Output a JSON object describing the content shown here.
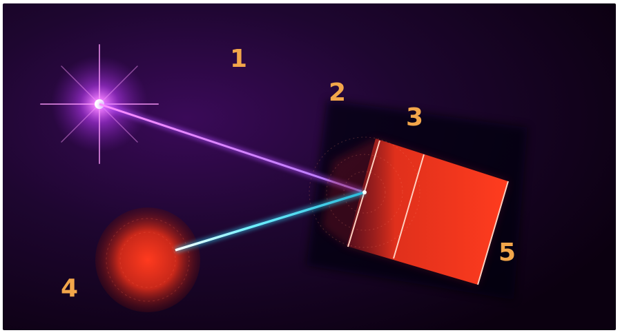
{
  "labels": {
    "l1": "1",
    "l2": "2",
    "l3": "3",
    "l4": "4",
    "l5": "5"
  },
  "colors": {
    "background": "#14001c",
    "source_glow": "#d63cff",
    "incident_beam": "#a64dff",
    "reflected_beam": "#40e0ff",
    "detector": "#ff3a1e",
    "label": "#f2a64a"
  },
  "icons": {
    "light_source": "star-burst-icon",
    "detector_sphere": "red-sphere",
    "medium_block": "red-layered-block"
  }
}
